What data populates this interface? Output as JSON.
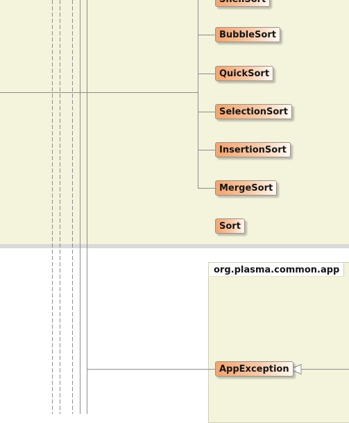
{
  "diagram": {
    "top_package": {
      "classes": [
        "ShellSort",
        "BubbleSort",
        "QuickSort",
        "SelectionSort",
        "InsertionSort",
        "MergeSort",
        "Sort"
      ]
    },
    "bottom_package": {
      "name": "org.plasma.common.app",
      "classes": [
        "AppException"
      ]
    },
    "colors": {
      "package_fill": "#f4f3dc",
      "class_gradient_start": "#f3a46e",
      "class_gradient_end": "#fff9f4",
      "line": "#8c8c8c",
      "separator": "#d9d9d9"
    }
  }
}
